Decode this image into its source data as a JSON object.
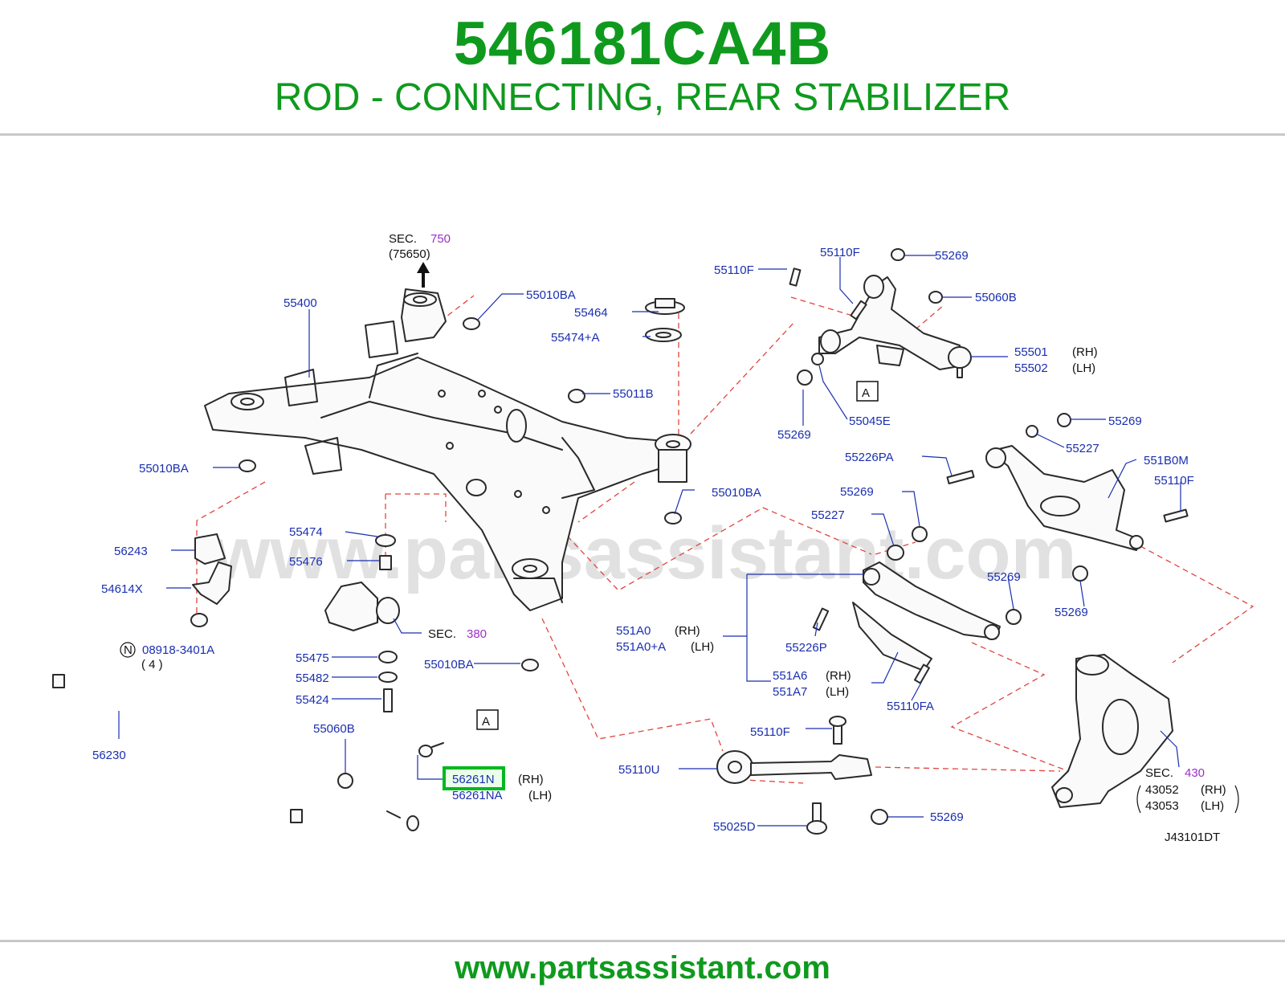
{
  "header": {
    "part_number": "546181CA4B",
    "description": "ROD - CONNECTING, REAR STABILIZER"
  },
  "footer": {
    "url": "www.partsassistant.com"
  },
  "watermark": "www.partsassistant.com",
  "colors": {
    "brand_green": "#0f9a1e",
    "label_blue": "#1a2fb0",
    "section_purple": "#9b30c8",
    "highlight": "#00b81f",
    "dash_red": "#e0453f"
  },
  "diagram": {
    "code": "J43101DT",
    "sec_750": {
      "sec": "SEC.",
      "num": "750",
      "sub": "(75650)"
    },
    "sec_380": {
      "sec": "SEC.",
      "num": "380"
    },
    "sec_430": {
      "sec": "SEC.",
      "num": "430",
      "p1": "43052",
      "p1s": "(RH)",
      "p2": "43053",
      "p2s": "(LH)"
    },
    "ref_a": "A",
    "n_mark": "N",
    "qty_4": "( 4 )",
    "rh": "(RH)",
    "lh": "(LH)",
    "parts": {
      "p55400": "55400",
      "p55010BA": "55010BA",
      "p55464": "55464",
      "p55474A": "55474+A",
      "p55011B": "55011B",
      "p56243": "56243",
      "p54614X": "54614X",
      "p08918": "08918-3401A",
      "p55474": "55474",
      "p55476": "55476",
      "p55475": "55475",
      "p55482": "55482",
      "p55424": "55424",
      "p55060B": "55060B",
      "p56230": "56230",
      "p56261N": "56261N",
      "p56261NA": "56261NA",
      "p55110F": "55110F",
      "p55269": "55269",
      "p55501": "55501",
      "p55502": "55502",
      "p55045E": "55045E",
      "p55226PA": "55226PA",
      "p55227": "55227",
      "p551B0M": "551B0M",
      "p551A0": "551A0",
      "p551A0A": "551A0+A",
      "p55226P": "55226P",
      "p551A6": "551A6",
      "p551A7": "551A7",
      "p55110FA": "55110FA",
      "p55110U": "55110U",
      "p55025D": "55025D"
    }
  }
}
